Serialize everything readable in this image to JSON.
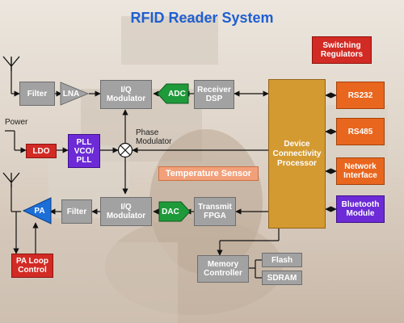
{
  "title": "RFID Reader System",
  "colors": {
    "title": "#1f5fd1",
    "gray_block": "#a2a2a2",
    "red_block": "#d22a24",
    "orange_block": "#e9661e",
    "purple_block": "#6c2bd6",
    "green_block": "#1f9a3a",
    "blue_block": "#1d6fd8",
    "device_block": "#d49a32"
  },
  "blocks": {
    "filter_rx": "Filter",
    "lna": "LNA",
    "iq_mod_rx": "I/Q\nModulator",
    "adc": "ADC",
    "receiver_dsp": "Receiver\nDSP",
    "switching_regulators": "Switching\nRegulators",
    "rs232": "RS232",
    "rs485": "RS485",
    "device_processor": "Device\nConnectivity\nProcessor",
    "ldo": "LDO",
    "pll": "PLL\nVCO/\nPLL",
    "temperature_sensor": "Temperature Sensor",
    "network_interface": "Network\nInterface",
    "pa": "PA",
    "filter_tx": "Filter",
    "iq_mod_tx": "I/Q\nModulator",
    "dac": "DAC",
    "transmit_fpga": "Transmit\nFPGA",
    "bluetooth_module": "Bluetooth\nModule",
    "pa_loop_control": "PA Loop\nControl",
    "memory_controller": "Memory\nController",
    "flash": "Flash",
    "sdram": "SDRAM"
  },
  "labels": {
    "power": "Power",
    "phase_modulator": "Phase\nModulator"
  }
}
